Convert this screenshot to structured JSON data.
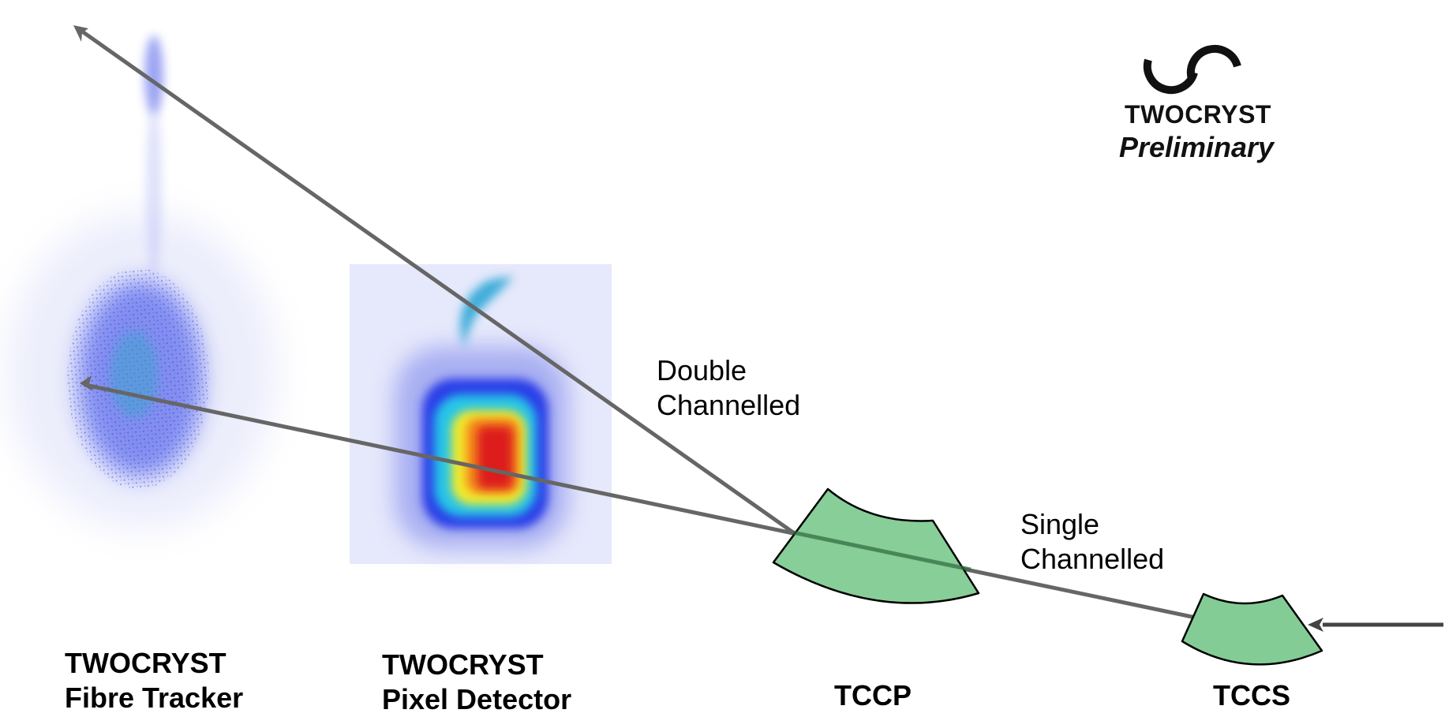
{
  "logo": {
    "name": "TWOCRYST",
    "status": "Preliminary",
    "color": "#111111"
  },
  "labels": {
    "double_channelled": [
      "Double",
      "Channelled"
    ],
    "single_channelled": [
      "Single",
      "Channelled"
    ]
  },
  "detectors": {
    "fibre_tracker": {
      "line1": "TWOCRYST",
      "line2": "Fibre Tracker"
    },
    "pixel_detector": {
      "line1": "TWOCRYST",
      "line2": "Pixel Detector"
    }
  },
  "crystals": {
    "tccp": {
      "label": "TCCP",
      "color": "#84cc96"
    },
    "tccs": {
      "label": "TCCS",
      "color": "#84cc96"
    }
  },
  "colors": {
    "beam_line": "#666666",
    "incoming_beam": "#444444",
    "heatmap_background": "#e6e8fb"
  }
}
